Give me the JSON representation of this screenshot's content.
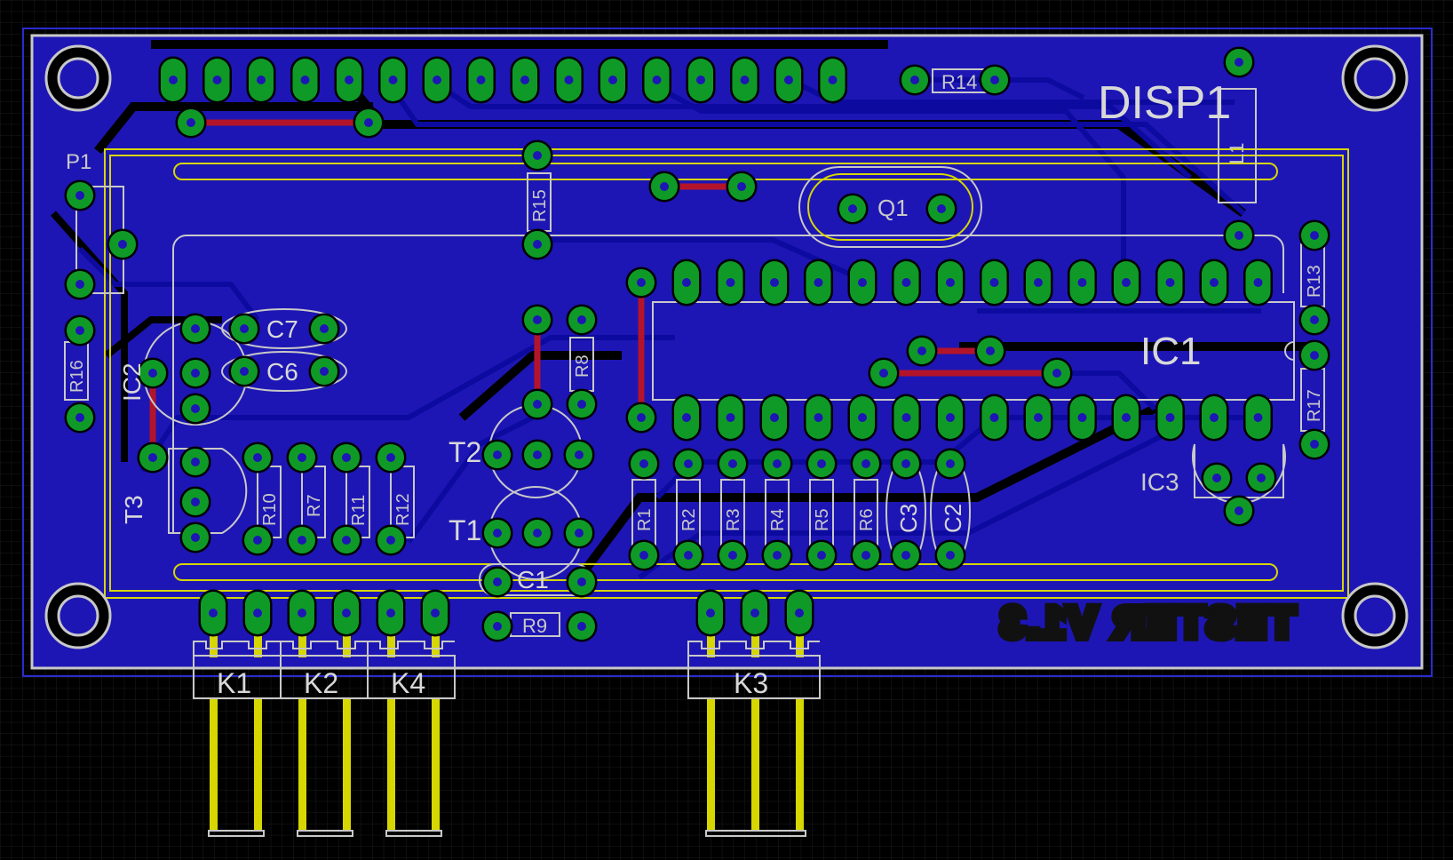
{
  "board": {
    "display_label": "DISP1",
    "silk_text_mirrored": "TESTER V1.3",
    "colors": {
      "background": "#000000",
      "grid": "#1c1c1c",
      "copper_bottom": "#1d16b4",
      "copper_trace": "#0d0aa0",
      "copper_top": "#b4142a",
      "pad": "#0f9a28",
      "silk": "#c8c8c8",
      "outline_yellow": "#d6d600"
    }
  },
  "components": {
    "P1": "P1",
    "IC1": "IC1",
    "IC2": "IC2",
    "IC3": "IC3",
    "Q1": "Q1",
    "T1": "T1",
    "T2": "T2",
    "T3": "T3",
    "C1": "C1",
    "C2": "C2",
    "C3": "C3",
    "C6": "C6",
    "C7": "C7",
    "L1": "L1",
    "R1": "R1",
    "R2": "R2",
    "R3": "R3",
    "R4": "R4",
    "R5": "R5",
    "R6": "R6",
    "R7": "R7",
    "R8": "R8",
    "R9": "R9",
    "R10": "R10",
    "R11": "R11",
    "R12": "R12",
    "R13": "R13",
    "R14": "R14",
    "R15": "R15",
    "R16": "R16",
    "R17": "R17",
    "K1": "K1",
    "K2": "K2",
    "K3": "K3",
    "K4": "K4"
  }
}
